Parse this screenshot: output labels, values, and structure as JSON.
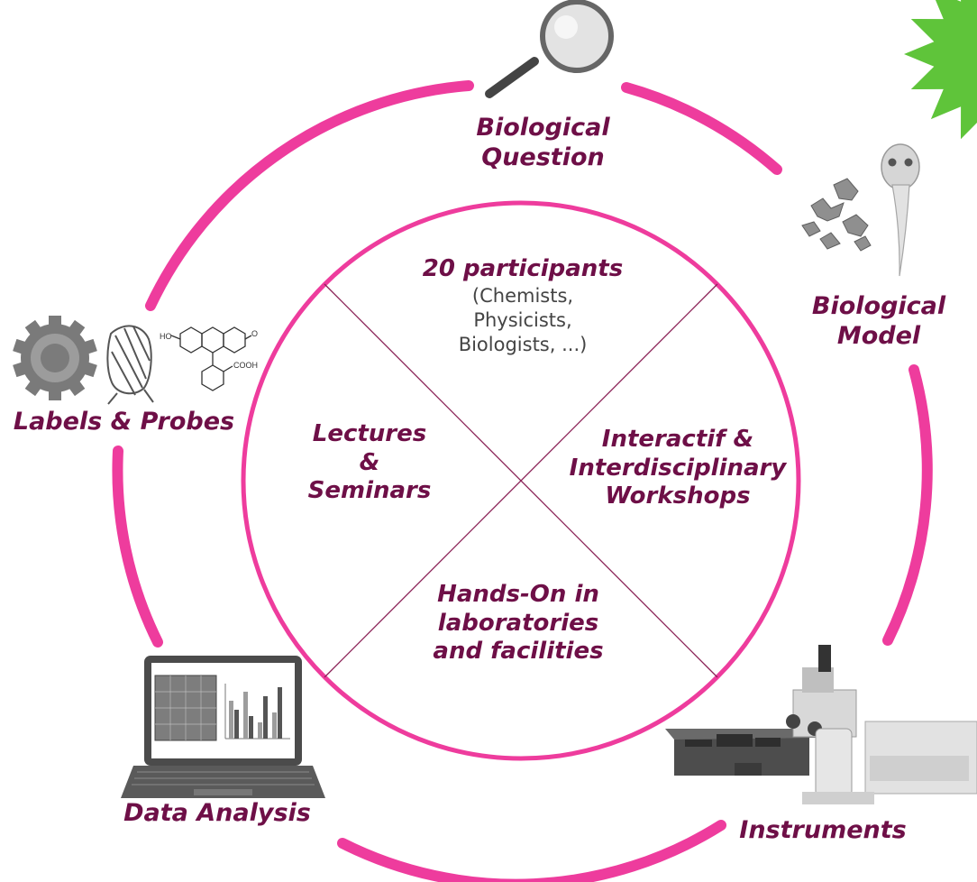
{
  "colors": {
    "ring": "#ee3c9d",
    "label": "#6e0f47",
    "divider": "#8a2055",
    "burst": "#5fc43a",
    "icon_gray": "#8c8c8c"
  },
  "center": {
    "top": {
      "title": "20 participants",
      "details": [
        "(Chemists,",
        "Physicists,",
        "Biologists, ...)"
      ]
    },
    "left": [
      "Lectures",
      "&",
      "Seminars"
    ],
    "right": [
      "Interactif &",
      "Interdisciplinary",
      "Workshops"
    ],
    "bottom": [
      "Hands-On in",
      "laboratories",
      "and facilities"
    ]
  },
  "cycle": [
    {
      "id": "biological-question",
      "lines": [
        "Biological",
        "Question"
      ],
      "icon": "magnifier-icon"
    },
    {
      "id": "biological-model",
      "lines": [
        "Biological",
        "Model"
      ],
      "icon": "cells-and-zebrafish-icon"
    },
    {
      "id": "instruments",
      "lines": [
        "Instruments"
      ],
      "icon": "microscope-icon"
    },
    {
      "id": "data-analysis",
      "lines": [
        "Data Analysis"
      ],
      "icon": "laptop-icon"
    },
    {
      "id": "labels-probes",
      "lines": [
        "Labels & Probes"
      ],
      "icon": "molecules-icon"
    }
  ],
  "molecule_labels": {
    "hydroxyl": "HO",
    "carbonyl": "O",
    "carboxyl": "COOH"
  }
}
